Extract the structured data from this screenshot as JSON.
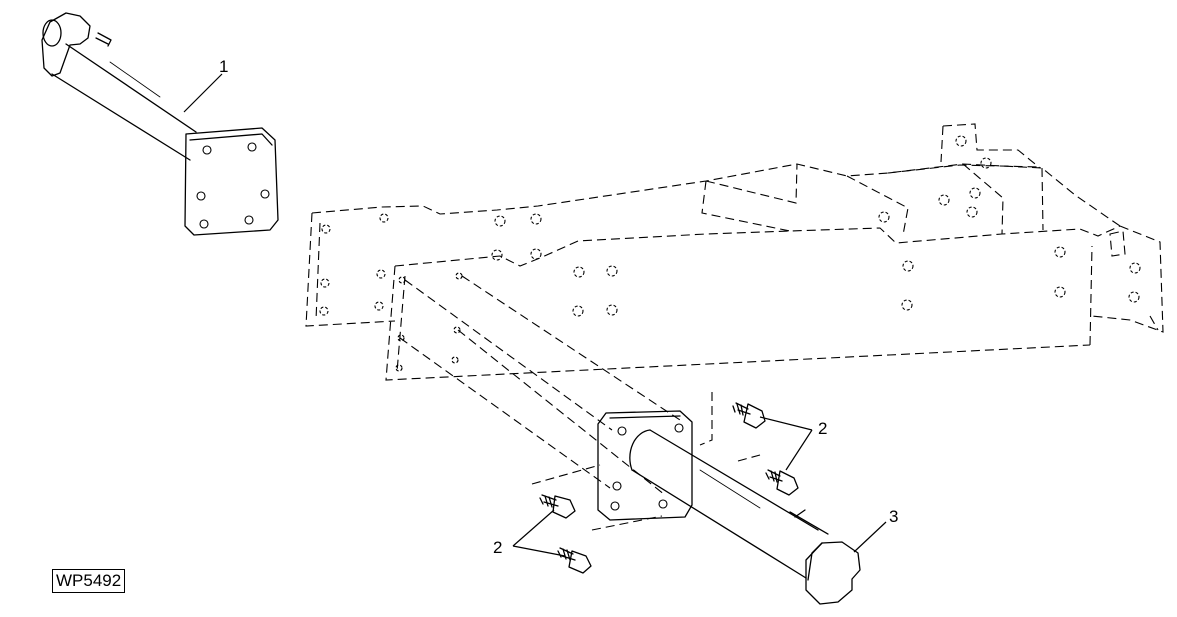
{
  "callouts": {
    "part_1": "1",
    "part_2_upper": "2",
    "part_2_lower": "2",
    "part_3": "3"
  },
  "figure_id": "WP5492",
  "colors": {
    "line": "#000000",
    "background": "#ffffff"
  }
}
